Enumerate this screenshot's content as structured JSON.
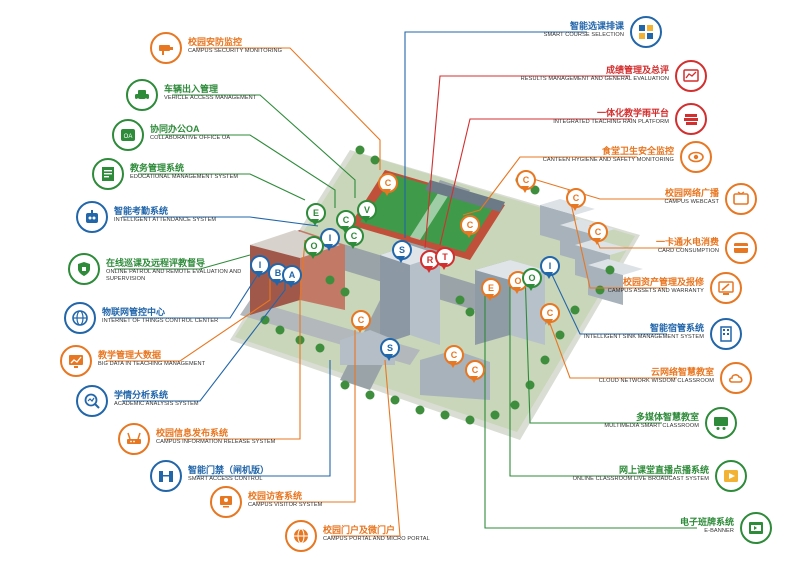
{
  "items": [
    {
      "id": "campus-security-monitoring",
      "cn": "校园安防监控",
      "en": "CAMPUS SECURITY MONITORING",
      "side": "left",
      "color": "#e87722",
      "icon": "camera"
    },
    {
      "id": "vehicle-access-management",
      "cn": "车辆出入管理",
      "en": "VEHICLE ACCESS MANAGEMENT",
      "side": "left",
      "color": "#2e8b3a",
      "icon": "car"
    },
    {
      "id": "collaborative-office-oa",
      "cn": "协同办公OA",
      "en": "COLLABORATIVE OFFICE OA",
      "side": "left",
      "color": "#2e8b3a",
      "icon": "oa"
    },
    {
      "id": "educational-management-system",
      "cn": "教务管理系统",
      "en": "EDUCATIONAL MANAGEMENT SYSTEM",
      "side": "left",
      "color": "#2e8b3a",
      "icon": "doc"
    },
    {
      "id": "intelligent-attendance-system",
      "cn": "智能考勤系统",
      "en": "INTELLIGENT ATTENDANCE SYSTEM",
      "side": "left",
      "color": "#2266aa",
      "icon": "robot"
    },
    {
      "id": "online-patrol-remote-evaluation",
      "cn": "在线巡课及远程评教督导",
      "en": "ONLINE PATROL AND REMOTE EVALUATION AND",
      "en2": "SUPERVISION",
      "side": "left",
      "color": "#2e8b3a",
      "icon": "shield"
    },
    {
      "id": "iot-control-center",
      "cn": "物联网管控中心",
      "en": "INTERNET OF THINGS CONTROL CENTER",
      "side": "left",
      "color": "#2266aa",
      "icon": "globe"
    },
    {
      "id": "big-data-teaching-management",
      "cn": "教学管理大数据",
      "en": "BIG DATA IN TEACHING MANAGEMENT",
      "side": "left",
      "color": "#e87722",
      "icon": "chart"
    },
    {
      "id": "academic-analysis-system",
      "cn": "学情分析系统",
      "en": "ACADEMIC ANALYSIS SYSTEM",
      "side": "left",
      "color": "#2266aa",
      "icon": "analysis"
    },
    {
      "id": "campus-information-release",
      "cn": "校园信息发布系统",
      "en": "CAMPUS INFORMATION RELEASE SYSTEM",
      "side": "left",
      "color": "#e87722",
      "icon": "router"
    },
    {
      "id": "smart-access-control",
      "cn": "智能门禁（闸机版）",
      "en": "SMART ACCESS CONTROL",
      "side": "left",
      "color": "#2266aa",
      "icon": "gate"
    },
    {
      "id": "campus-visitor-system",
      "cn": "校园访客系统",
      "en": "CAMPUS VISITOR SYSTEM",
      "side": "left",
      "color": "#e87722",
      "icon": "visitor"
    },
    {
      "id": "campus-portal-micro-portal",
      "cn": "校园门户及微门户",
      "en": "CAMPUS PORTAL AND MICRO PORTAL",
      "side": "left",
      "color": "#e87722",
      "icon": "portal"
    },
    {
      "id": "smart-course-selection",
      "cn": "智能选课排课",
      "en": "SMART COURSE SELECTION",
      "side": "right",
      "color": "#2266aa",
      "icon": "grid"
    },
    {
      "id": "results-management-evaluation",
      "cn": "成绩管理及总评",
      "en": "RESULTS MANAGEMENT AND GENERAL EVALUATION",
      "side": "right",
      "color": "#d32f2f",
      "icon": "score"
    },
    {
      "id": "integrated-teaching-rain-platform",
      "cn": "一体化教学雨平台",
      "en": "INTEGRATED TEACHING RAIN PLATFORM",
      "side": "right",
      "color": "#d32f2f",
      "icon": "books"
    },
    {
      "id": "canteen-hygiene-safety",
      "cn": "食堂卫生安全监控",
      "en": "CANTEEN HYGIENE AND SAFETY MONITORING",
      "side": "right",
      "color": "#e87722",
      "icon": "eye"
    },
    {
      "id": "campus-webcast",
      "cn": "校园网络广播",
      "en": "CAMPUS WEBCAST",
      "side": "right",
      "color": "#e87722",
      "icon": "tv"
    },
    {
      "id": "card-consumption",
      "cn": "一卡通水电消费",
      "en": "CARD CONSUMPTION",
      "side": "right",
      "color": "#e87722",
      "icon": "card"
    },
    {
      "id": "campus-assets-warranty",
      "cn": "校园资产管理及报修",
      "en": "CAMPUS ASSETS AND WARRANTY",
      "side": "right",
      "color": "#e87722",
      "icon": "tools"
    },
    {
      "id": "intelligent-sink-management",
      "cn": "智能宿管系统",
      "en": "INTELLIGENT SINK MANAGEMENT SYSTEM",
      "side": "right",
      "color": "#2266aa",
      "icon": "building"
    },
    {
      "id": "cloud-network-wisdom-classroom",
      "cn": "云网络智慧教室",
      "en": "CLOUD NETWORK WISDOM CLASSROOM",
      "side": "right",
      "color": "#e87722",
      "icon": "cloud"
    },
    {
      "id": "multimedia-smart-classroom",
      "cn": "多媒体智慧教室",
      "en": "MULTIMEDIA SMART CLASSROOM",
      "side": "right",
      "color": "#2e8b3a",
      "icon": "classroom"
    },
    {
      "id": "online-classroom-live-broadcast",
      "cn": "网上课堂直播点播系统",
      "en": "ONLINE CLASSROOM LIVE BROADCAST SYSTEM",
      "side": "right",
      "color": "#2e8b3a",
      "icon": "play"
    },
    {
      "id": "e-banner",
      "cn": "电子班牌系统",
      "en": "E-BANNER",
      "side": "right",
      "color": "#2e8b3a",
      "icon": "banner"
    }
  ],
  "pins": [
    {
      "letter": "C",
      "color": "#e87722"
    },
    {
      "letter": "V",
      "color": "#2e8b3a"
    },
    {
      "letter": "C",
      "color": "#2e8b3a"
    },
    {
      "letter": "E",
      "color": "#2e8b3a"
    },
    {
      "letter": "C",
      "color": "#2e8b3a"
    },
    {
      "letter": "I",
      "color": "#2266aa"
    },
    {
      "letter": "O",
      "color": "#2e8b3a"
    },
    {
      "letter": "I",
      "color": "#2266aa"
    },
    {
      "letter": "B",
      "color": "#2266aa"
    },
    {
      "letter": "A",
      "color": "#2266aa"
    },
    {
      "letter": "S",
      "color": "#2266aa"
    },
    {
      "letter": "R",
      "color": "#d32f2f"
    },
    {
      "letter": "T",
      "color": "#d32f2f"
    },
    {
      "letter": "C",
      "color": "#e87722"
    },
    {
      "letter": "C",
      "color": "#e87722"
    },
    {
      "letter": "C",
      "color": "#e87722"
    },
    {
      "letter": "C",
      "color": "#e87722"
    },
    {
      "letter": "E",
      "color": "#e87722"
    },
    {
      "letter": "O",
      "color": "#e87722"
    },
    {
      "letter": "O",
      "color": "#2e8b3a"
    },
    {
      "letter": "I",
      "color": "#2266aa"
    },
    {
      "letter": "C",
      "color": "#e87722"
    },
    {
      "letter": "C",
      "color": "#e87722"
    },
    {
      "letter": "S",
      "color": "#2266aa"
    },
    {
      "letter": "C",
      "color": "#e87722"
    },
    {
      "letter": "C",
      "color": "#e87722"
    }
  ]
}
